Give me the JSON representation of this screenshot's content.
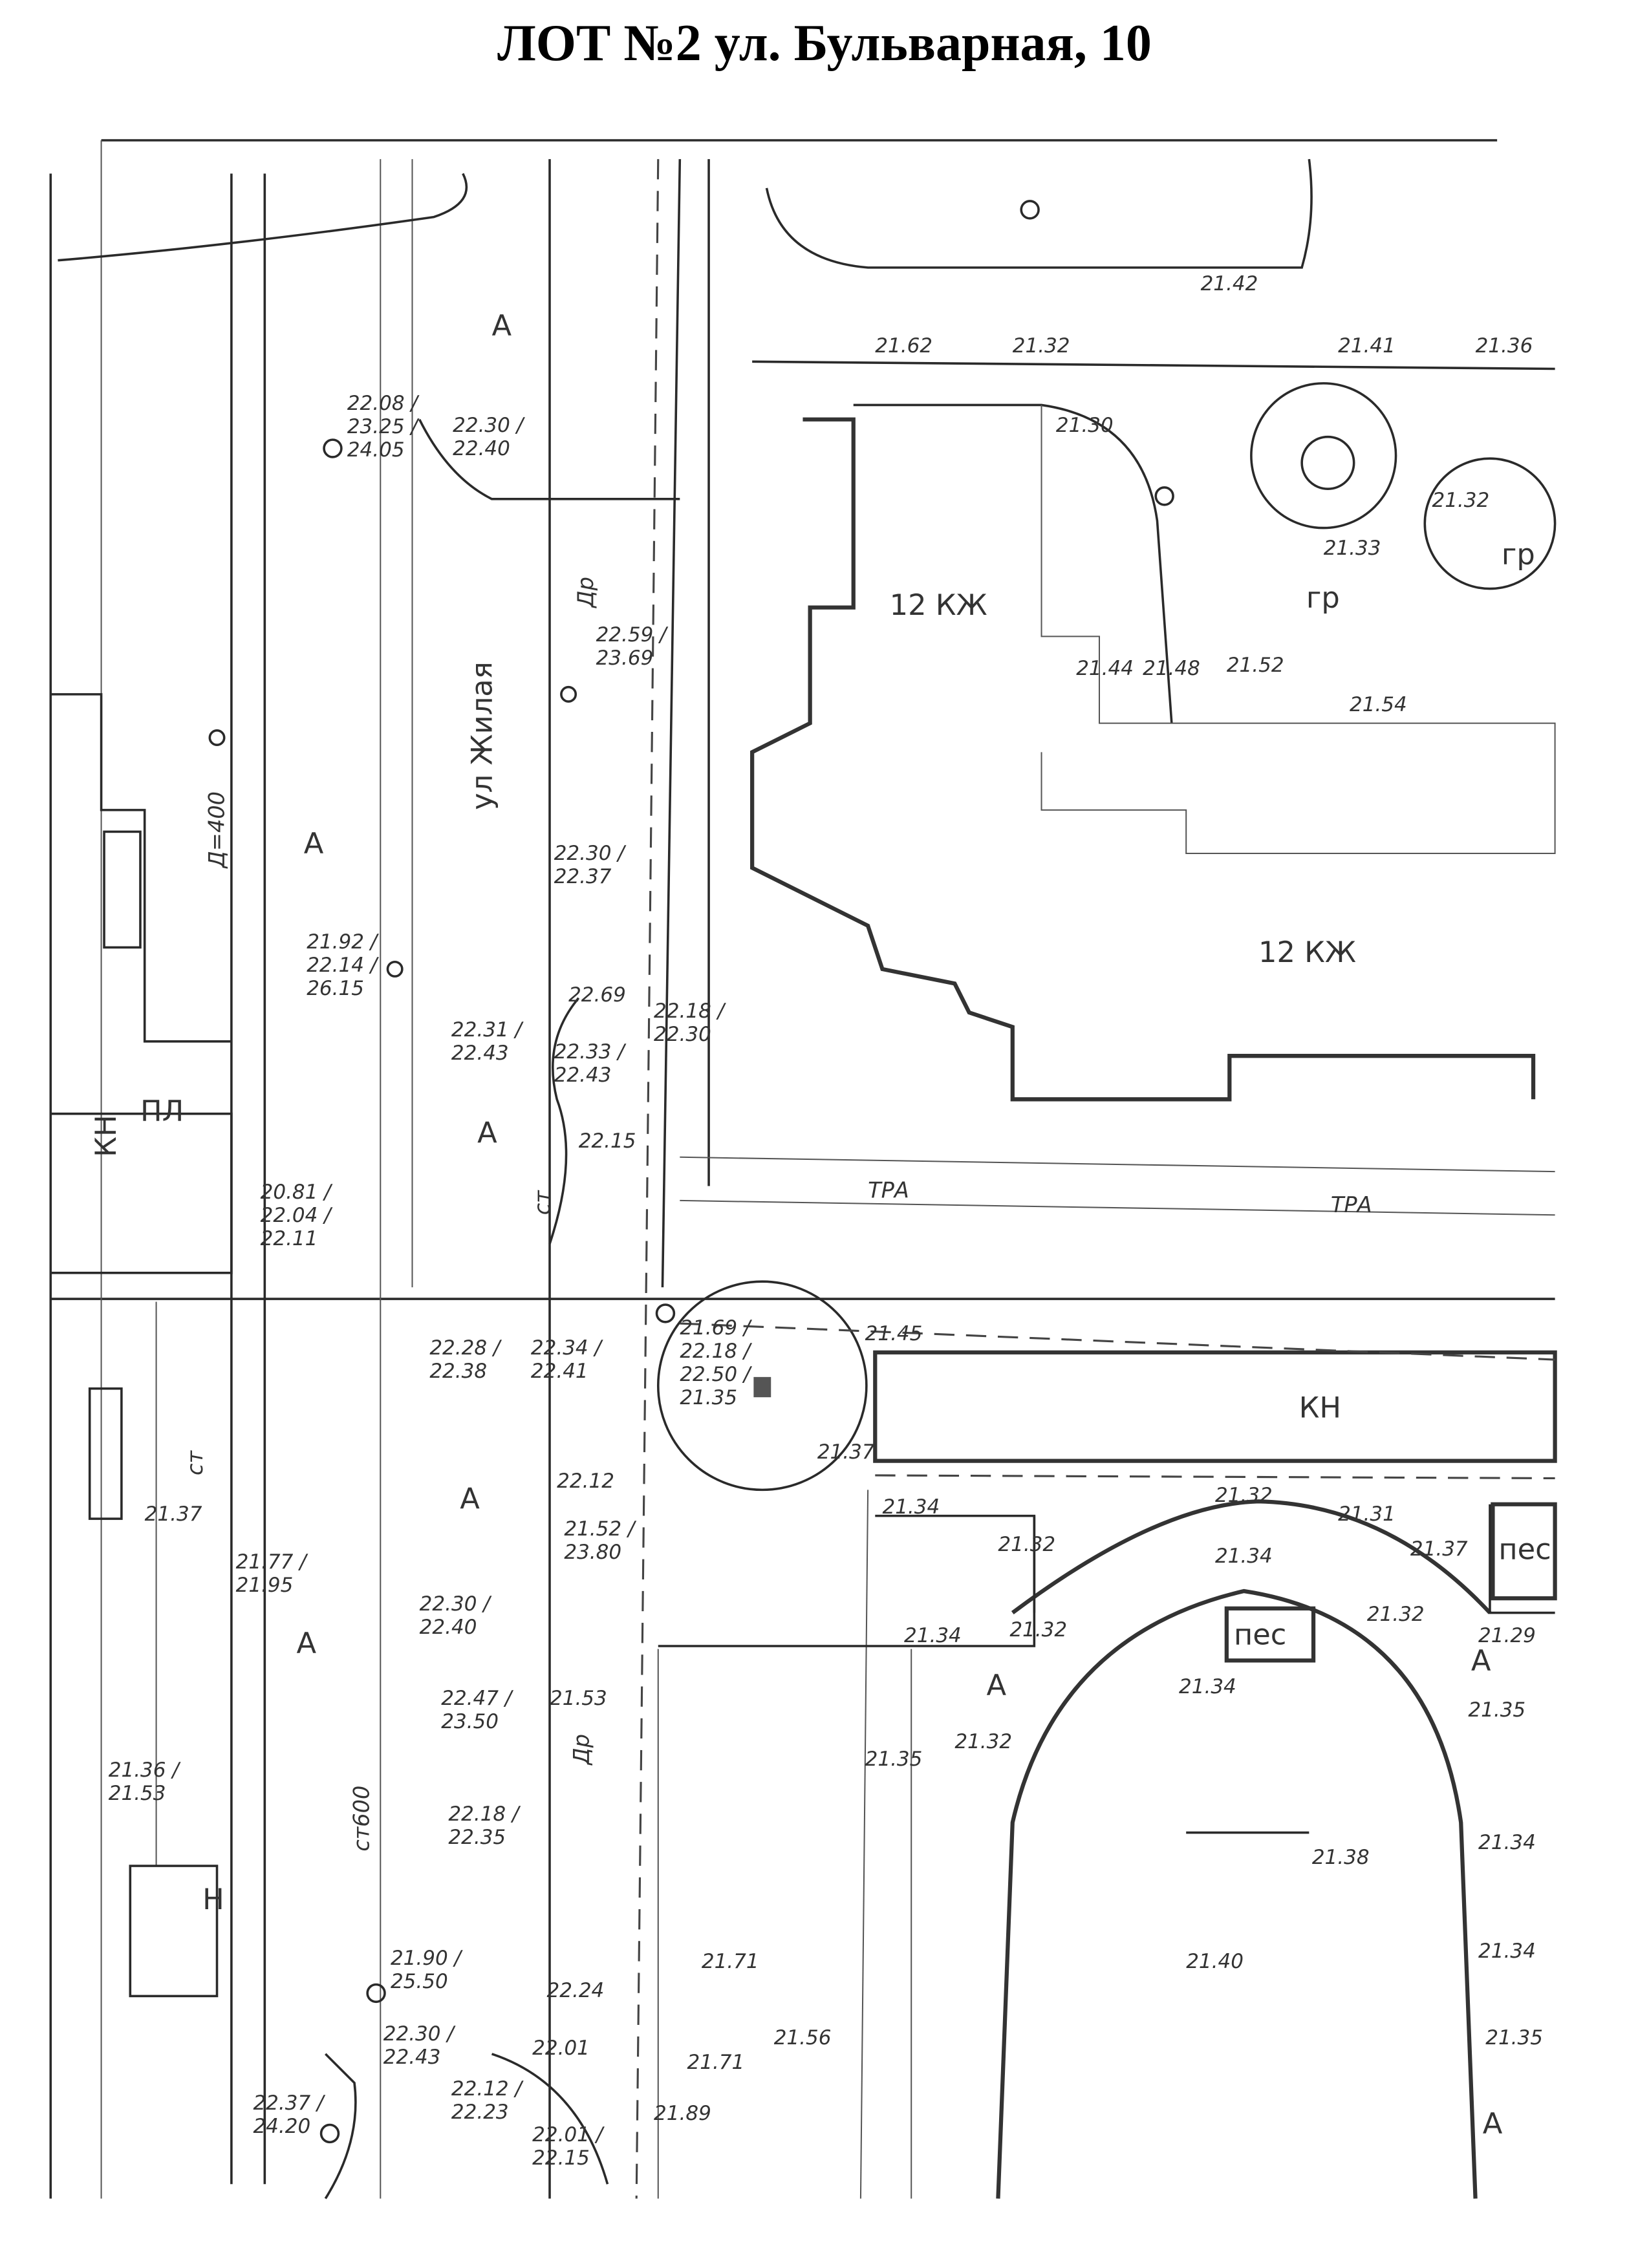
{
  "title": "ЛОТ №2 ул. Бульварная, 10",
  "map": {
    "building_labels": [
      "12 КЖ",
      "12 КЖ",
      "КН",
      "пес",
      "пес",
      "гр",
      "гр",
      "КН",
      "ПЛ",
      "Н"
    ],
    "street_label": "ул Жилая",
    "area_labels": [
      "А",
      "А",
      "А",
      "А",
      "А",
      "А",
      "А",
      "А"
    ],
    "pipe_labels": [
      "ст600",
      "ст",
      "ст",
      "ТРА",
      "ТРА",
      "Др",
      "Др",
      "Д=400"
    ],
    "elevations": [
      "21.42",
      "21.62",
      "21.32",
      "21.30",
      "21.41",
      "21.36",
      "21.32",
      "21.33",
      "22.30 / 22.40",
      "22.08 / 23.25 / 24.05",
      "22.59 / 23.69",
      "22.30 / 22.37",
      "21.92 / 22.14 / 26.15",
      "22.31 / 22.43",
      "22.69",
      "22.33 / 22.43",
      "22.18 / 22.30",
      "22.15",
      "20.81 / 22.04 / 22.11",
      "21.69 / 22.18 / 22.50 / 21.35",
      "21.45",
      "21.37",
      "21.34",
      "21.32",
      "21.32",
      "21.31",
      "21.37",
      "21.32",
      "21.34",
      "21.32",
      "21.29",
      "21.34",
      "21.32",
      "21.35",
      "21.35",
      "21.34",
      "21.38",
      "21.40",
      "21.34",
      "21.34",
      "21.35",
      "21.71",
      "21.71",
      "21.56",
      "22.12",
      "21.52 / 23.80",
      "22.47 / 23.50",
      "22.18 / 22.35",
      "22.30 / 22.40",
      "22.30 / 22.43",
      "22.01",
      "22.12 / 22.23",
      "22.01 / 22.15",
      "21.89",
      "22.28 / 22.38",
      "22.34 / 22.41",
      "21.77 / 21.95",
      "21.37",
      "21.36 / 21.53",
      "22.37 / 24.20",
      "21.90 / 25.50",
      "21.54",
      "21.52",
      "21.48",
      "21.44",
      "22.24",
      "21.53"
    ]
  }
}
